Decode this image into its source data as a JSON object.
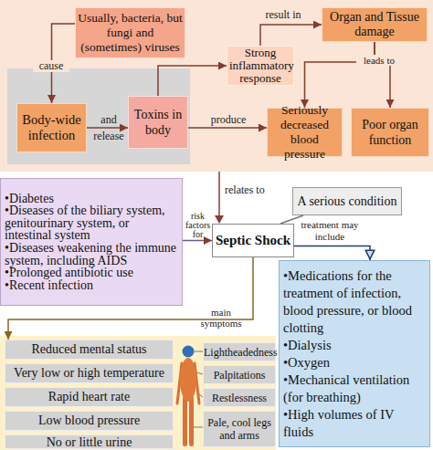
{
  "diagram": {
    "nodes": [
      {
        "text": [
          "Usually, bacteria, but fungi and (sometimes) viruses"
        ]
      },
      {
        "text": [
          "Organ and Tissue damage"
        ]
      },
      {
        "text": [
          "Strong inflammatory response"
        ]
      },
      {
        "text": [
          "Body-wide infection"
        ]
      },
      {
        "text": [
          "Toxins in body"
        ]
      },
      {
        "text": [
          "Seriously decreased blood pressure"
        ]
      },
      {
        "text": [
          "Poor organ function"
        ]
      },
      {
        "text": [
          "A serious condition"
        ]
      },
      {
        "text": [
          "•Diabetes",
          "•Diseases of the biliary system, genitourinary system, or intestinal system",
          "•Diseases weakening the immune system, including AIDS",
          "•Prolonged antibiotic use",
          "•Recent infection"
        ]
      },
      {
        "text": [
          "Septic Shock"
        ]
      },
      {
        "text": [
          "•Medications for the treatment of infection, blood pressure, or blood clotting",
          "•Dialysis",
          "•Oxygen",
          "•Mechanical ventilation (for breathing)",
          "•High volumes of IV fluids"
        ]
      },
      {
        "text": [
          "Reduced mental status"
        ]
      },
      {
        "text": [
          "Lightheadedness"
        ]
      },
      {
        "text": [
          "Very low or high temperature"
        ]
      },
      {
        "text": [
          "Palpitations"
        ]
      },
      {
        "text": [
          "Rapid heart rate"
        ]
      },
      {
        "text": [
          "Restlessness"
        ]
      },
      {
        "text": [
          "Low blood pressure"
        ]
      },
      {
        "text": [
          "Pale, cool legs and arms"
        ]
      },
      {
        "text": [
          "No or little urine"
        ]
      }
    ],
    "edges": [
      {
        "from": 0,
        "to": 3,
        "label": "cause",
        "arrow": "to"
      },
      {
        "from": 3,
        "to": 4,
        "label": "and release",
        "arrow": "to"
      },
      {
        "from": 4,
        "to": 2,
        "arrow": "to"
      },
      {
        "from": 2,
        "to": 1,
        "label": "result in",
        "arrow": "to"
      },
      {
        "from": 4,
        "to": 5,
        "label": "produce",
        "arrow": "to"
      },
      {
        "from": 1,
        "to": 5,
        "label": "leads to",
        "arrow": "to"
      },
      {
        "from": 1,
        "to": 6,
        "arrow": "to"
      },
      {
        "from": 9,
        "to": 7,
        "arrow": "none"
      },
      {
        "from": 8,
        "to": 9,
        "label": "risk factors for",
        "arrow": "to"
      },
      {
        "from": 9,
        "to": 10,
        "label": "treatment may include",
        "arrow": "to"
      },
      {
        "from": 9,
        "to": 11,
        "label": "main symptoms",
        "arrow": "to"
      }
    ],
    "labels": [
      "relates to"
    ]
  }
}
